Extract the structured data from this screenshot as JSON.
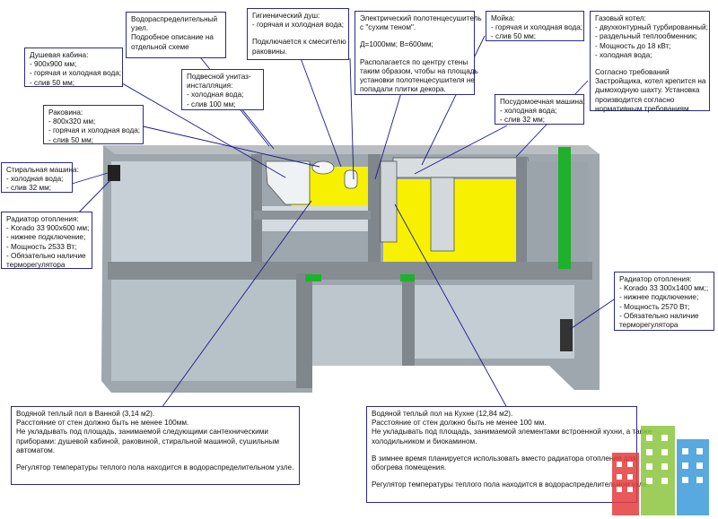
{
  "colors": {
    "heated_floor": "#f7f000",
    "wall": "#8a8a8a",
    "room": "#c3cdd3",
    "window": "#1fb12b",
    "callout_border": "#2a2a8c",
    "leader_line": "#1a1a8a"
  },
  "callouts": {
    "water_node": [
      "Водораспределительный",
      "узел.",
      "Подробное описание на",
      "отдельной схеме"
    ],
    "hygienic_shower": [
      "Гигиенический душ:",
      "- горячая и холодная вода;",
      "",
      "Подключается к смесителю",
      "раковины."
    ],
    "towel_dryer": [
      "Электрический полотенцесушитель",
      "с \"сухим теном\".",
      "",
      "Д=1000мм; В=600мм;",
      "",
      "Располагается по центру стены",
      "таким образом, чтобы на площадь",
      "установки полотенцесушителя не",
      "попадали плитки декора."
    ],
    "sink_kitchen": [
      "Мойка:",
      "- горячая и холодная вода;",
      "- слив 50 мм;"
    ],
    "gas_boiler": [
      "Газовый котел:",
      "- двухконтурный турбированный;",
      "- раздельный теплообменник;",
      "- Мощность до 18 кВт;",
      "- холодная вода;",
      "",
      "Согласно требований",
      "Застройщика, котел крепится на",
      "дымоходную шахту. Установка",
      "производится согласно",
      "нормативным требованиям."
    ],
    "shower_cabin": [
      "Душевая кабина:",
      "- 900х900 мм;",
      "- горячая и холодная вода;",
      "- слив 50 мм;"
    ],
    "wall_toilet": [
      "Подвесной унитаз-",
      "инсталляция:",
      "- холодная вода;",
      "- слив 100 мм;"
    ],
    "dishwasher": [
      "Посудомоечная машина:",
      "- холодная вода;",
      "- слив 32 мм;"
    ],
    "washbasin": [
      "Раковина:",
      "- 800х320 мм;",
      "- горячая и холодная вода;",
      "- слив 50 мм;"
    ],
    "washing_machine": [
      "Стиральная машина:",
      "- холодная вода;",
      "- слив 32 мм;"
    ],
    "radiator_bath": [
      "Радиатор отопления:",
      "-  Korado 33 900х600 мм;",
      "- нижнее подключение;",
      "- Мощность 2533 Вт;",
      "- Обязательно наличие",
      "терморегулятора"
    ],
    "radiator_kitchen": [
      "Радиатор отопления:",
      "-  Korado 33 300х1400 мм;;",
      "- нижнее подключение;",
      "- Мощность 2570 Вт;",
      "- Обязательно наличие",
      "терморегулятора"
    ],
    "floor_bath": [
      "Водяной теплый пол в Ванной (3,14 м2).",
      "Расстояние от стен должно быть не менее 100мм.",
      "Не укладывать под площадь, занимаемой следующими сантехническими",
      "приборами: душевой кабиной, раковиной, стиральной машиной, сушильным",
      "автоматом.",
      "",
      "Регулятор температуры теплого пола находится в водораспределительном узле."
    ],
    "floor_kitchen": [
      "Водяной теплый пол на Кухне (12,84 м2).",
      "Расстояние от стен должно быть не менее 100 мм.",
      "Не укладывать под площадь, занимаемой элементами встроенной кухни, а также",
      "холодильником и биокамином.",
      "",
      "В зимнее время планируется использовать вместо радиатора отопления для",
      "обогрева помещения.",
      "",
      "Регулятор температуры теплого пола находится в водораспределительном узле."
    ]
  }
}
